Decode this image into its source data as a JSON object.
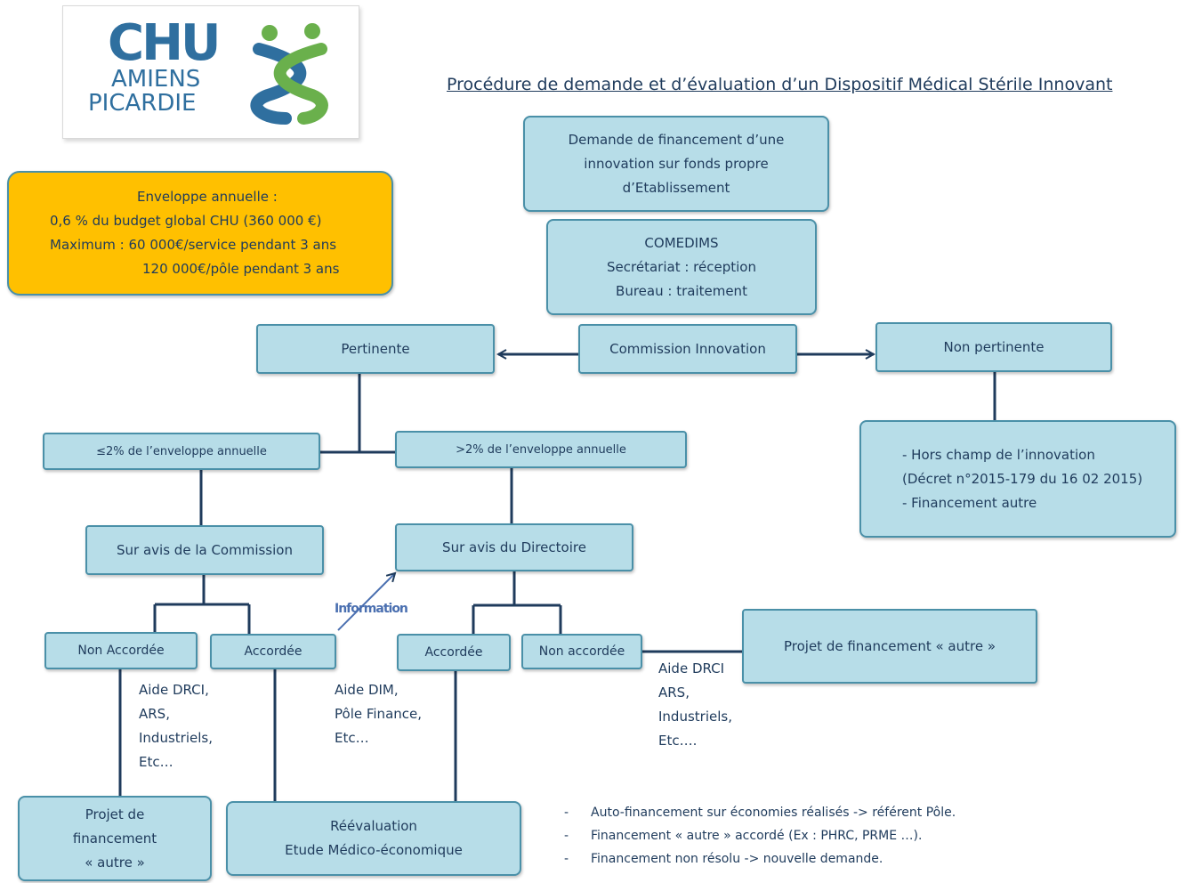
{
  "logo": {
    "line1": "CHU",
    "line2": "AMIENS",
    "line3": "PICARDIE"
  },
  "title": "Procédure de demande et d’évaluation d’un Dispositif Médical Stérile Innovant",
  "envelope": {
    "line1": "Enveloppe annuelle :",
    "line2": "0,6 % du budget global CHU (360 000 €)",
    "line3": "Maximum : 60 000€/service pendant 3 ans",
    "line4": "120 000€/pôle pendant 3 ans"
  },
  "demande": {
    "line1": "Demande de financement d’une",
    "line2": "innovation sur fonds propre",
    "line3": "d’Etablissement"
  },
  "comedims": {
    "line1": "COMEDIMS",
    "line2": "Secrétariat : réception",
    "line3": "Bureau : traitement"
  },
  "commission": "Commission Innovation",
  "pertinente": "Pertinente",
  "non_pertinente": "Non pertinente",
  "hors_champ": {
    "line1": "- Hors champ de l’innovation",
    "line2": "(Décret n°2015-179 du 16 02 2015)",
    "line3": "- Financement autre"
  },
  "le2": "≤2% de l’enveloppe annuelle",
  "gt2": ">2% de l’enveloppe annuelle",
  "avis_commission": "Sur avis de la Commission",
  "avis_directoire": "Sur avis du Directoire",
  "information": "Information",
  "non_accordee_left": "Non Accordée",
  "accordee_left": "Accordée",
  "accordee_right": "Accordée",
  "non_accordee_right": "Non accordée",
  "projet_autre_right": "Projet de financement « autre »",
  "aide_drci_left": {
    "line1": "Aide DRCI,",
    "line2": "ARS,",
    "line3": "Industriels,",
    "line4": "Etc…"
  },
  "aide_dim": {
    "line1": "Aide DIM,",
    "line2": "Pôle Finance,",
    "line3": "Etc…"
  },
  "aide_drci_right": {
    "line1": "Aide DRCI",
    "line2": "ARS,",
    "line3": "Industriels,",
    "line4": "Etc…."
  },
  "projet_autre_left": {
    "line1": "Projet de",
    "line2": "financement",
    "line3": "« autre »"
  },
  "reevaluation": {
    "line1": "Réévaluation",
    "line2": "Etude Médico-économique"
  },
  "bullets": [
    {
      "dash": "-",
      "text": "Auto-financement sur économies réalisés -> référent Pôle."
    },
    {
      "dash": "-",
      "text": "Financement « autre » accordé (Ex : PHRC, PRME …)."
    },
    {
      "dash": "-",
      "text": "Financement non résolu -> nouvelle demande."
    }
  ],
  "colors": {
    "box_fill": "#b7dde8",
    "box_border": "#4a90a8",
    "envelope_fill": "#ffc000",
    "connector": "#1f3b5c",
    "logo_blue": "#2f6f9f",
    "logo_green": "#6ab04c"
  }
}
